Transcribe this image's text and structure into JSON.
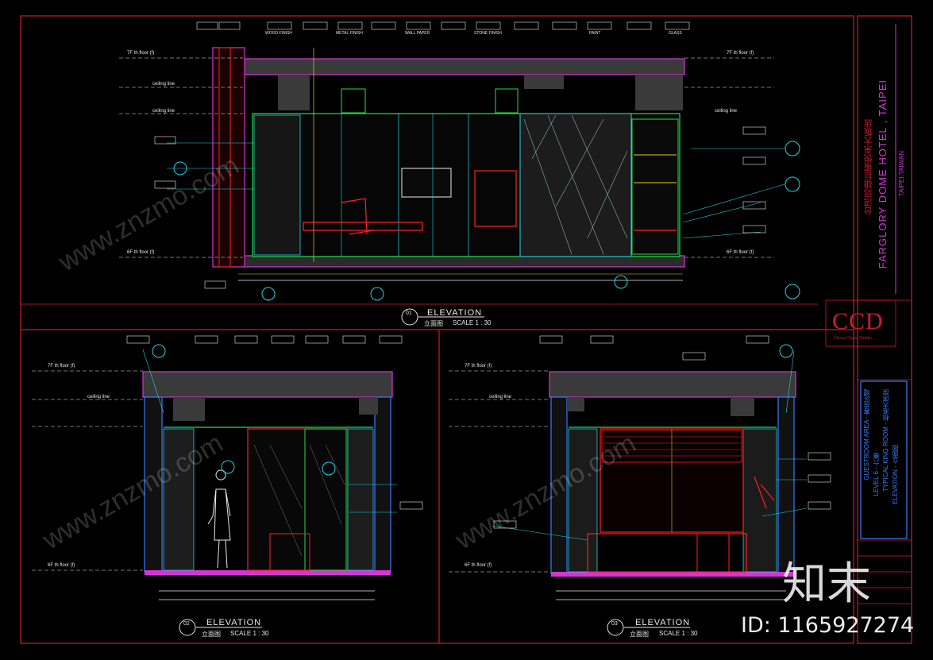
{
  "colors": {
    "background": "#000000",
    "border": "#d11a2a",
    "wall": "#3a3a3a",
    "magenta": "#d535d5",
    "cyan": "#22d3e0",
    "green": "#22e04a",
    "yellow": "#e6d200",
    "red": "#ff2020",
    "white": "#e8e8e8",
    "blue": "#3a7bff"
  },
  "elevation_1": {
    "title": "ELEVATION",
    "number": "01",
    "subtitle": "立面图",
    "scale": "SCALE 1 : 30"
  },
  "elevation_2": {
    "title": "ELEVATION",
    "number": "02",
    "subtitle": "立面图",
    "scale": "SCALE 1 : 30"
  },
  "elevation_3": {
    "title": "ELEVATION",
    "number": "03",
    "subtitle": "立面图",
    "scale": "SCALE 1 : 30"
  },
  "level_labels": {
    "floor_7": "7F th floor (f)",
    "floor_6": "6F th floor (f)",
    "ceiling": "ceiling line"
  },
  "material_tags_top": [
    "WOOD FINISH",
    "METAL FINISH",
    "WALL PAPER",
    "STONE FINISH",
    "PAINT",
    "GLASS"
  ],
  "title_block": {
    "project_cn": "台湾远雄巨蛋悦来大饭店",
    "project_en": "FARGLORY DOME HOTEL , TAIPEI",
    "location": "TAIPEI,TAIWAN",
    "company": "CCD",
    "company_sub": "Cheng Chung Design",
    "drawing_line1": "GUESTROOM AREA - 客房区域",
    "drawing_line2": "LEVEL 6 - 六楼",
    "drawing_line3": "TYPICAL KING ROOM - 标准大床房",
    "drawing_line4": "ELEVATION - 立面图"
  },
  "watermark": {
    "brand_cn": "知末",
    "id_text": "ID: 1165927274",
    "site": "www.znzmo.com"
  }
}
